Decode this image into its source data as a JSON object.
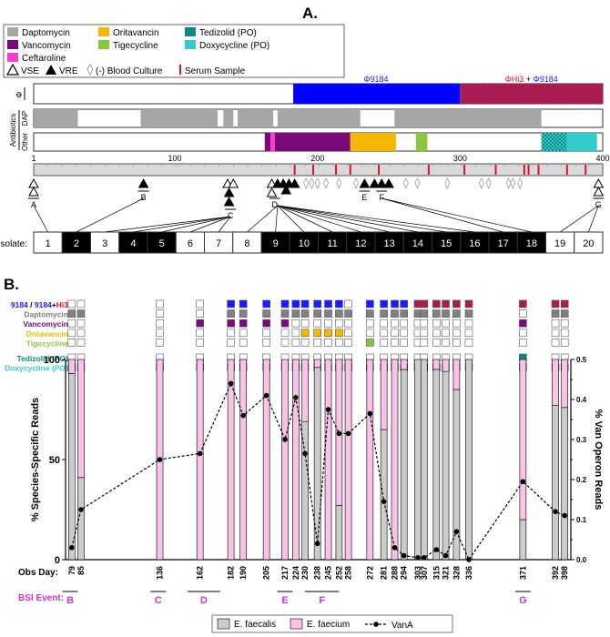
{
  "panel_a": {
    "label": "A.",
    "legend": {
      "items": [
        {
          "label": "Daptomycin",
          "color": "#a6a6a6"
        },
        {
          "label": "Oritavancin",
          "color": "#f5b800"
        },
        {
          "label": "Tedizolid (PO)",
          "color": "#0b8a85"
        },
        {
          "label": "Vancomycin",
          "color": "#7a0a7a"
        },
        {
          "label": "Tigecycline",
          "color": "#8cc63f"
        },
        {
          "label": "Doxycycline (PO)",
          "color": "#33cccc"
        },
        {
          "label": "Ceftaroline",
          "color": "#ff3ccf"
        }
      ],
      "vse": "VSE",
      "vre": "VRE",
      "blood_culture": "(-) Blood Culture",
      "serum": "Serum Sample"
    },
    "phage_row_label": "Φ",
    "phage1": "Φ9184",
    "phage2_red": "ΦHi3",
    "phage2_plus": " + ",
    "phage2_blue": "Φ9184",
    "antibiotics_label": "Antibiotics",
    "dap_label": "DAP",
    "other_label": "Other",
    "axis_ticks": [
      "1",
      "100",
      "200",
      "300",
      "400"
    ],
    "vse_events": [
      1,
      100,
      187,
      400
    ],
    "vse_events_extra": [
      137,
      140
    ],
    "vre_events": [
      78,
      138,
      138,
      175,
      178,
      180,
      183,
      186,
      230,
      240,
      245,
      250
    ],
    "serum_samples": [
      184,
      197,
      213,
      223,
      243,
      278,
      303,
      325,
      345,
      348,
      355,
      375,
      388
    ],
    "blood_culture_days": [
      192,
      196,
      200,
      206,
      215,
      227,
      262,
      270,
      291,
      315,
      320,
      334,
      337,
      342
    ],
    "event_labels": [
      "A",
      "B",
      "C",
      "D",
      "E",
      "F",
      "G"
    ],
    "isolate_label": "Isolate:",
    "isolates": [
      {
        "n": "1",
        "f": "w"
      },
      {
        "n": "2",
        "f": "b"
      },
      {
        "n": "3",
        "f": "w"
      },
      {
        "n": "4",
        "f": "b"
      },
      {
        "n": "5",
        "f": "b"
      },
      {
        "n": "6",
        "f": "w"
      },
      {
        "n": "7",
        "f": "w"
      },
      {
        "n": "8",
        "f": "w"
      },
      {
        "n": "9",
        "f": "b"
      },
      {
        "n": "10",
        "f": "b"
      },
      {
        "n": "11",
        "f": "b"
      },
      {
        "n": "12",
        "f": "b"
      },
      {
        "n": "13",
        "f": "b"
      },
      {
        "n": "14",
        "f": "b"
      },
      {
        "n": "15",
        "f": "b"
      },
      {
        "n": "16",
        "f": "b"
      },
      {
        "n": "17",
        "f": "b"
      },
      {
        "n": "18",
        "f": "b"
      },
      {
        "n": "19",
        "f": "w"
      },
      {
        "n": "20",
        "f": "w"
      }
    ]
  },
  "panel_b": {
    "label": "B.",
    "row_labels": [
      {
        "parts": [
          {
            "t": "9184",
            "c": "#1a1aff"
          },
          {
            "t": " / ",
            "c": "#000"
          },
          {
            "t": "9184",
            "c": "#1a1aff"
          },
          {
            "t": "+",
            "c": "#000"
          },
          {
            "t": "Hi3",
            "c": "#e0102c"
          }
        ]
      },
      {
        "parts": [
          {
            "t": "Daptomycin",
            "c": "#7f7f7f"
          }
        ]
      },
      {
        "parts": [
          {
            "t": "Vancomycin",
            "c": "#7a0a7a"
          }
        ]
      },
      {
        "parts": [
          {
            "t": "Oritavancin",
            "c": "#f5b800"
          }
        ]
      },
      {
        "parts": [
          {
            "t": "Tigecycline",
            "c": "#8cc63f"
          }
        ]
      },
      {
        "parts": [
          {
            "t": "Tedizolid (PO)",
            "c": "#0b8a85"
          }
        ]
      },
      {
        "parts": [
          {
            "t": "Doxycycline (PO)",
            "c": "#33cccc"
          }
        ]
      }
    ],
    "obs_day_label": "Obs Day:",
    "bsi_label": "BSI Event:",
    "bsi_events": [
      "B",
      "C",
      "D",
      "E",
      "F",
      "G"
    ],
    "bsi_color": "#cc33cc",
    "legend": {
      "faecalis": "E. faecalis",
      "faecium": "E. faecium",
      "vana": "VanA"
    }
  },
  "chart_data": {
    "type": "bar",
    "categories": [
      "79",
      "85",
      "136",
      "162",
      "182",
      "190",
      "205",
      "217",
      "224",
      "230",
      "238",
      "245",
      "252",
      "258",
      "272",
      "281",
      "288",
      "294",
      "303",
      "307",
      "315",
      "321",
      "328",
      "336",
      "371",
      "392",
      "398"
    ],
    "series": [
      {
        "name": "E. faecalis",
        "color": "#cccccc",
        "values": [
          93,
          41,
          0,
          0,
          0,
          0,
          0,
          0,
          0,
          69,
          96,
          0,
          27,
          0,
          0,
          65,
          0,
          95,
          100,
          100,
          95,
          94,
          85,
          100,
          20,
          77,
          76
        ]
      },
      {
        "name": "E. faecium",
        "color": "#f9c2e6",
        "values": [
          7,
          59,
          100,
          100,
          100,
          100,
          100,
          100,
          100,
          31,
          4,
          100,
          73,
          100,
          100,
          35,
          100,
          5,
          0,
          0,
          5,
          6,
          15,
          0,
          80,
          23,
          24
        ]
      },
      {
        "name": "VanA",
        "axis": "right",
        "values": [
          0.03,
          0.125,
          0.25,
          0.265,
          0.44,
          0.36,
          0.41,
          0.3,
          0.405,
          0.265,
          0.04,
          0.375,
          0.315,
          0.315,
          0.365,
          0.145,
          0.03,
          0.01,
          0.005,
          0.005,
          0.025,
          0.01,
          0.07,
          0.0,
          0.195,
          0.12,
          0.11
        ]
      }
    ],
    "ylabel": "% Species-Specific Reads",
    "ylabel_right": "% Van Operon Reads",
    "ylim": [
      0,
      100
    ],
    "ylim_right": [
      0,
      0.5
    ],
    "yticks": [
      "0",
      "50",
      "100"
    ],
    "yticks_right": [
      "0.0",
      "0.1",
      "0.2",
      "0.3",
      "0.4",
      "0.5"
    ],
    "matrix": [
      [
        "e",
        "e",
        "e",
        "e",
        "p1",
        "p1",
        "p1",
        "p1",
        "p1",
        "p1",
        "p1",
        "p1",
        "p1",
        "e",
        "p1",
        "p1",
        "p1",
        "p1",
        "p2",
        "p2",
        "p2",
        "p2",
        "p2",
        "p2",
        "p2",
        "p2",
        "p2"
      ],
      [
        "g",
        "g",
        "e",
        "e",
        "g",
        "g",
        "g",
        "g",
        "g",
        "g",
        "g",
        "g",
        "g",
        "g",
        "g",
        "g",
        "g",
        "g",
        "g",
        "g",
        "g",
        "g",
        "g",
        "g",
        "e",
        "g",
        "g"
      ],
      [
        "e",
        "e",
        "e",
        "v",
        "v",
        "v",
        "v",
        "v",
        "e",
        "e",
        "e",
        "e",
        "e",
        "e",
        "e",
        "e",
        "e",
        "e",
        "e",
        "e",
        "e",
        "e",
        "e",
        "e",
        "v",
        "e",
        "e"
      ],
      [
        "e",
        "e",
        "e",
        "e",
        "e",
        "e",
        "e",
        "e",
        "e",
        "o",
        "o",
        "o",
        "o",
        "e",
        "e",
        "e",
        "e",
        "e",
        "e",
        "e",
        "e",
        "e",
        "e",
        "e",
        "e",
        "e",
        "e"
      ],
      [
        "e",
        "e",
        "e",
        "e",
        "e",
        "e",
        "e",
        "e",
        "e",
        "e",
        "e",
        "e",
        "e",
        "e",
        "t",
        "e",
        "e",
        "e",
        "e",
        "e",
        "e",
        "e",
        "e",
        "e",
        "e",
        "e",
        "e"
      ],
      [
        "e",
        "e",
        "e",
        "e",
        "e",
        "e",
        "e",
        "e",
        "e",
        "e",
        "e",
        "e",
        "e",
        "e",
        "e",
        "e",
        "e",
        "e",
        "e",
        "e",
        "e",
        "e",
        "e",
        "e",
        "tz",
        "e",
        "e"
      ],
      [
        "e",
        "e",
        "e",
        "e",
        "e",
        "e",
        "e",
        "e",
        "e",
        "e",
        "e",
        "e",
        "e",
        "e",
        "e",
        "e",
        "e",
        "e",
        "e",
        "e",
        "e",
        "e",
        "e",
        "e",
        "dx",
        "dx",
        "dx"
      ]
    ]
  }
}
